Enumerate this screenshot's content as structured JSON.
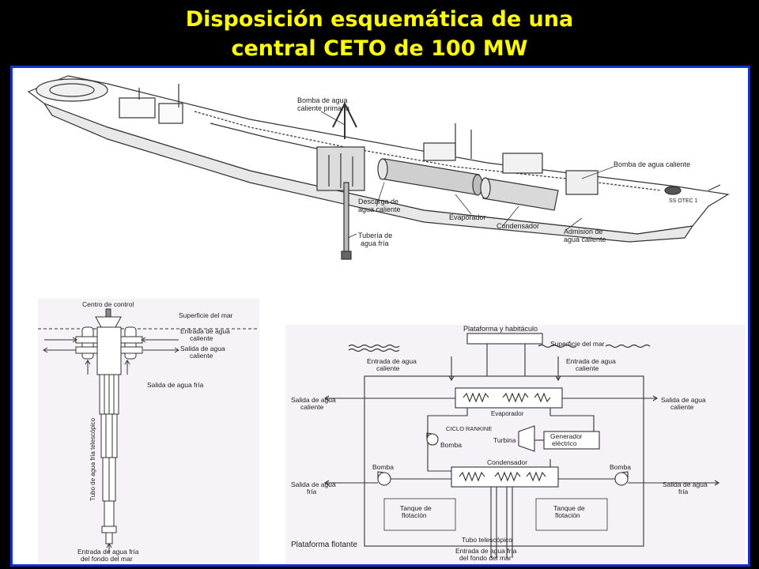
{
  "title": {
    "line1": "Disposición esquemática de una",
    "line2": "central CETO de 100 MW"
  },
  "ship": {
    "labels": {
      "primary_pump_1": "Bomba de agua",
      "primary_pump_2": "caliente primaria",
      "warm_pump": "Bomba de agua caliente",
      "discharge_1": "Descarga de",
      "discharge_2": "agua caliente",
      "evaporator": "Evaporador",
      "condenser": "Condensador",
      "intake_1": "Admision de",
      "intake_2": "agua caliente",
      "cold_pipe_1": "Tubería de",
      "cold_pipe_2": "agua fría",
      "hull_name": "SS OTEC 1"
    }
  },
  "tower": {
    "labels": {
      "control": "Centro de control",
      "sea_surface": "Superficie del mar",
      "warm_in_1": "Entrada de agua",
      "warm_in_2": "caliente",
      "warm_out_1": "Salida de agua",
      "warm_out_2": "caliente",
      "cold_out": "Salida de agua fría",
      "telescopic": "Tubo de agua fría telescópico",
      "cold_in_1": "Entrada de agua fría",
      "cold_in_2": "del fondo del mar"
    }
  },
  "cycle": {
    "labels": {
      "platform": "Plataforma y habitáculo",
      "sea_surface": "Superficie del mar",
      "warm_in_l1": "Entrada de agua",
      "warm_in_l2": "caliente",
      "warm_in_r1": "Entrada de agua",
      "warm_in_r2": "caliente",
      "warm_out_l1": "Salida de agua",
      "warm_out_l2": "caliente",
      "warm_out_r1": "Salida de agua",
      "warm_out_r2": "caliente",
      "evaporator": "Evaporador",
      "rankine": "CICLO RANKINE",
      "turbine": "Turbina",
      "generator_1": "Generador",
      "generator_2": "eléctrico",
      "pump": "Bomba",
      "condenser": "Condensador",
      "pump_l": "Bomba",
      "pump_r": "Bomba",
      "cold_out_l1": "Salida de agua",
      "cold_out_l2": "fría",
      "cold_out_r1": "Salida de agua",
      "cold_out_r2": "fría",
      "tank_l1": "Tanque de",
      "tank_l2": "flotación",
      "tank_r1": "Tanque de",
      "tank_r2": "flotación",
      "telescopic": "Tubo telescópico",
      "floating": "Plataforma flotante",
      "cold_in_1": "Entrada de agua fría",
      "cold_in_2": "del fondo del mar"
    }
  }
}
